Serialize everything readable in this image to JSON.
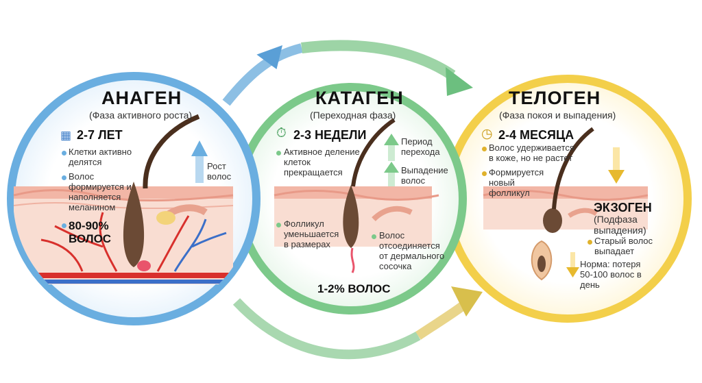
{
  "anagen": {
    "title": "АНАГЕН",
    "subtitle": "(Фаза активного роста)",
    "duration": "2-7 ЛЕТ",
    "point1": "Клетки активно делятся",
    "point2": "Волос формируется и наполняется меланином",
    "share_line1": "80-90%",
    "share_line2": "ВОЛОС",
    "arrow_label": "Рост волос"
  },
  "catagen": {
    "title": "КАТАГЕН",
    "subtitle": "(Переходная фаза)",
    "duration": "2-3 НЕДЕЛИ",
    "point1": "Активное деление клеток прекращается",
    "arrow1_label": "Период перехода",
    "arrow2_label": "Выпадение волос",
    "point2": "Фолликул уменьшается в размерах",
    "point3": "Волос отсоединяется от дермального сосочка",
    "share": "1-2% ВОЛОС"
  },
  "telogen": {
    "title": "ТЕЛОГЕН",
    "subtitle": "(Фаза покоя и выпадения)",
    "duration": "2-4 МЕСЯЦА",
    "point1": "Волос удерживается в коже, но не растет",
    "point2": "Формируется новый фолликул"
  },
  "exogen": {
    "title": "ЭКЗОГЕН",
    "subtitle": "(Подфаза выпадения)",
    "point1": "Старый волос выпадает",
    "norm": "Норма: потеря 50-100 волос в день"
  },
  "colors": {
    "anagen_ring": "#6aaee0",
    "catagen_ring": "#7cc98a",
    "telogen_ring": "#f3cf4a",
    "skin": "#f4c4b6",
    "hair": "#4a2f1e"
  },
  "icons": [
    "calendar-icon",
    "timer-icon",
    "clock-icon"
  ]
}
